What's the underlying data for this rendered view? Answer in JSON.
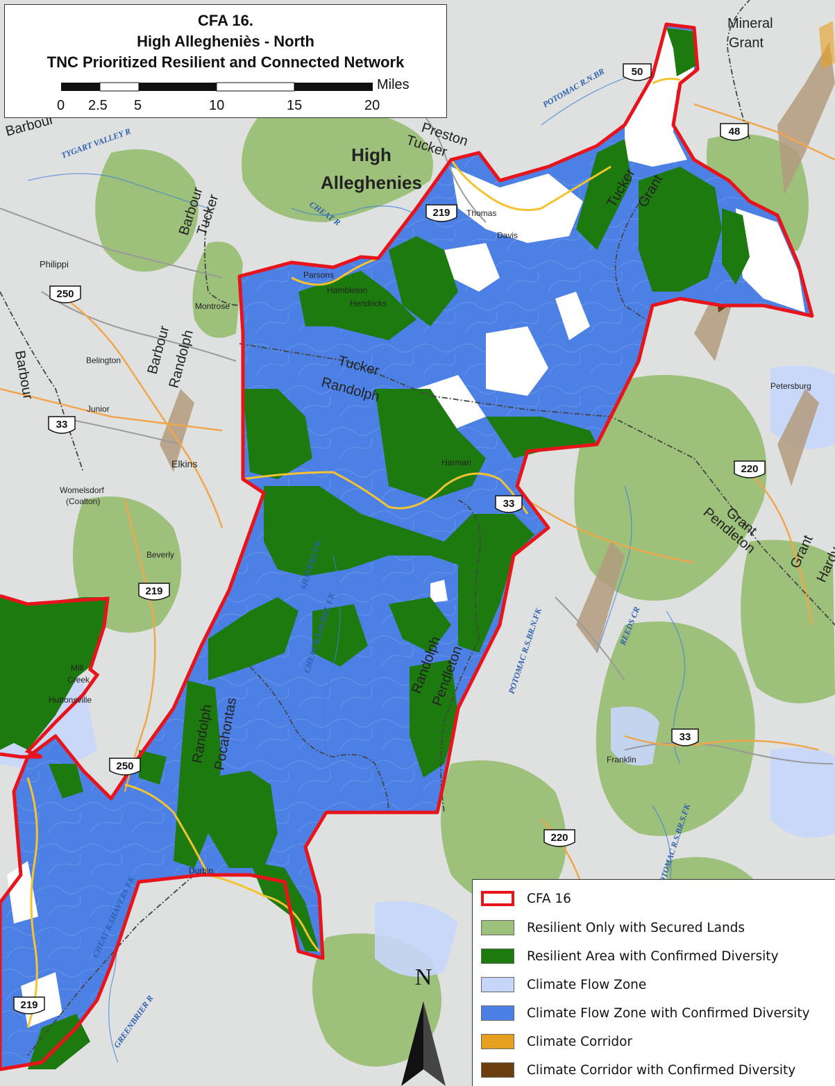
{
  "title": {
    "line1": "CFA 16.",
    "line2": "High Allegheniès - North",
    "line3": "TNC Prioritized Resilient and Connected Network"
  },
  "scale_bar": {
    "unit": "Miles",
    "ticks": [
      "0",
      "2.5",
      "5",
      "10",
      "15",
      "20"
    ]
  },
  "legend": {
    "items": [
      {
        "label": "CFA 16",
        "color": "#ffffff",
        "border": "#e8141b"
      },
      {
        "label": "Resilient Only with Secured Lands",
        "color": "#9dc07a"
      },
      {
        "label": "Resilient Area with Confirmed Diversity",
        "color": "#1d7a0f"
      },
      {
        "label": "Climate Flow Zone",
        "color": "#c6d6fb"
      },
      {
        "label": "Climate Flow Zone with Confirmed Diversity",
        "color": "#4d80e4"
      },
      {
        "label": "Climate Corridor",
        "color": "#e6a020"
      },
      {
        "label": "Climate Corridor with Confirmed Diversity",
        "color": "#6b3f10"
      }
    ]
  },
  "north_arrow": {
    "label": "N"
  },
  "region_label": [
    "High",
    "Alleghenies"
  ],
  "places": [
    {
      "name": "Thomas",
      "id": "thomas"
    },
    {
      "name": "Davis",
      "id": "davis"
    },
    {
      "name": "Parsons",
      "id": "parsons"
    },
    {
      "name": "Hambleton",
      "id": "hambleton"
    },
    {
      "name": "Hendricks",
      "id": "hendricks"
    },
    {
      "name": "Philippi",
      "id": "philippi"
    },
    {
      "name": "Montrose",
      "id": "montrose"
    },
    {
      "name": "Belington",
      "id": "belington"
    },
    {
      "name": "Junior",
      "id": "junior"
    },
    {
      "name": "Elkins",
      "id": "elkins"
    },
    {
      "name": "Womelsdorf",
      "id": "womelsdorf"
    },
    {
      "name": "(Coalton)",
      "id": "coalton"
    },
    {
      "name": "Beverly",
      "id": "beverly"
    },
    {
      "name": "Harman",
      "id": "harman"
    },
    {
      "name": "Petersburg",
      "id": "petersburg"
    },
    {
      "name": "Mill",
      "id": "mill"
    },
    {
      "name": "Creek",
      "id": "creek"
    },
    {
      "name": "Huttonsville",
      "id": "huttonsville"
    },
    {
      "name": "Franklin",
      "id": "franklin"
    },
    {
      "name": "Durbin",
      "id": "durbin"
    }
  ],
  "counties": [
    {
      "name": "Mineral",
      "id": "mineral"
    },
    {
      "name": "Grant",
      "id": "grant-ne"
    },
    {
      "name": "Preston",
      "id": "preston"
    },
    {
      "name": "Tucker",
      "id": "tucker-top"
    },
    {
      "name": "Barbour",
      "id": "barbour-top"
    },
    {
      "name": "Barbour",
      "id": "barbour-1"
    },
    {
      "name": "Tucker",
      "id": "tucker-1"
    },
    {
      "name": "Tucker",
      "id": "tucker-mid"
    },
    {
      "name": "Randolph",
      "id": "randolph-mid"
    },
    {
      "name": "Tucker",
      "id": "tucker-e"
    },
    {
      "name": "Grant",
      "id": "grant-e"
    },
    {
      "name": "Barbour",
      "id": "barbour-2"
    },
    {
      "name": "Randolph",
      "id": "randolph-2"
    },
    {
      "name": "Barbour",
      "id": "barbour-3"
    },
    {
      "name": "Grant",
      "id": "grant-se"
    },
    {
      "name": "Pendleton",
      "id": "pendleton-se"
    },
    {
      "name": "Grant",
      "id": "grant-far"
    },
    {
      "name": "Hardy",
      "id": "hardy"
    },
    {
      "name": "Randolph",
      "id": "randolph-s"
    },
    {
      "name": "Pendleton",
      "id": "pendleton-s"
    },
    {
      "name": "Randolph",
      "id": "randolph-sw"
    },
    {
      "name": "Pocahontas",
      "id": "pocahontas"
    }
  ],
  "rivers": [
    {
      "name": "POTOMAC R.N.BR",
      "id": "potomac-nbr"
    },
    {
      "name": "TYGART VALLEY R",
      "id": "tygart"
    },
    {
      "name": "CHEAT R",
      "id": "cheat"
    },
    {
      "name": "POTOMAC R.S.BR.N.FK",
      "id": "potomac-sbr-nfk"
    },
    {
      "name": "REEDS CR",
      "id": "reeds-cr"
    },
    {
      "name": "SHAVERS FK",
      "id": "shavers"
    },
    {
      "name": "CHEAT R.LAUREL FK",
      "id": "laurel-fk"
    },
    {
      "name": "POTOMAC R.S.BR.S.FK",
      "id": "potomac-sbr-sfk"
    },
    {
      "name": "CHEAT R.SHAVERS FK",
      "id": "cheat-shavers"
    },
    {
      "name": "GREENBRIER R",
      "id": "greenbrier"
    }
  ],
  "routes": [
    {
      "name": "50",
      "id": "us50"
    },
    {
      "name": "48",
      "id": "us48"
    },
    {
      "name": "219",
      "id": "us219-n"
    },
    {
      "name": "250",
      "id": "us250-n"
    },
    {
      "name": "33",
      "id": "us33-w"
    },
    {
      "name": "33",
      "id": "us33-c"
    },
    {
      "name": "220",
      "id": "us220-n"
    },
    {
      "name": "219",
      "id": "us219-m"
    },
    {
      "name": "33",
      "id": "us33-s"
    },
    {
      "name": "250",
      "id": "us250-s"
    },
    {
      "name": "220",
      "id": "us220-s"
    },
    {
      "name": "219",
      "id": "us219-s"
    }
  ]
}
